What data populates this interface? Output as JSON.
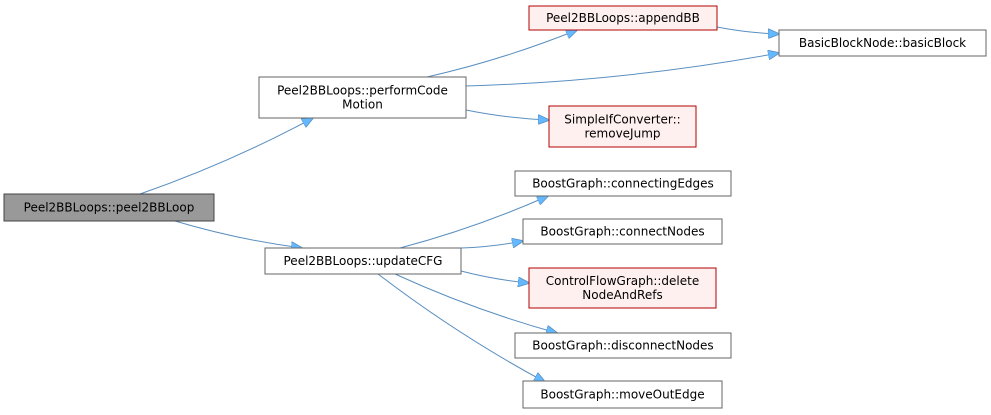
{
  "colors": {
    "edge": "#63b8ff",
    "edge_dark": "#5a8fc0",
    "border_normal": "#666666",
    "border_red": "#b30000",
    "fill_normal": "#ffffff",
    "fill_red": "#fff0f0",
    "fill_root": "#999999",
    "border_root": "#444444"
  },
  "nodes": [
    {
      "id": "peel2BBLoop",
      "style": "root",
      "lines": [
        "Peel2BBLoops::peel2BBLoop"
      ]
    },
    {
      "id": "performCodeMotion",
      "style": "normal",
      "lines": [
        "Peel2BBLoops::performCode",
        "Motion"
      ]
    },
    {
      "id": "appendBB",
      "style": "red",
      "lines": [
        "Peel2BBLoops::appendBB"
      ]
    },
    {
      "id": "basicBlock",
      "style": "normal",
      "lines": [
        "BasicBlockNode::basicBlock"
      ]
    },
    {
      "id": "removeJump",
      "style": "red",
      "lines": [
        "SimpleIfConverter::",
        "removeJump"
      ]
    },
    {
      "id": "updateCFG",
      "style": "normal",
      "lines": [
        "Peel2BBLoops::updateCFG"
      ]
    },
    {
      "id": "connectingEdges",
      "style": "normal",
      "lines": [
        "BoostGraph::connectingEdges"
      ]
    },
    {
      "id": "connectNodes",
      "style": "normal",
      "lines": [
        "BoostGraph::connectNodes"
      ]
    },
    {
      "id": "deleteNodeAndRefs",
      "style": "red",
      "lines": [
        "ControlFlowGraph::delete",
        "NodeAndRefs"
      ]
    },
    {
      "id": "disconnectNodes",
      "style": "normal",
      "lines": [
        "BoostGraph::disconnectNodes"
      ]
    },
    {
      "id": "moveOutEdge",
      "style": "normal",
      "lines": [
        "BoostGraph::moveOutEdge"
      ]
    }
  ],
  "edges": [
    [
      "peel2BBLoop",
      "performCodeMotion"
    ],
    [
      "peel2BBLoop",
      "updateCFG"
    ],
    [
      "performCodeMotion",
      "appendBB"
    ],
    [
      "performCodeMotion",
      "basicBlock"
    ],
    [
      "performCodeMotion",
      "removeJump"
    ],
    [
      "appendBB",
      "basicBlock"
    ],
    [
      "updateCFG",
      "connectingEdges"
    ],
    [
      "updateCFG",
      "connectNodes"
    ],
    [
      "updateCFG",
      "deleteNodeAndRefs"
    ],
    [
      "updateCFG",
      "disconnectNodes"
    ],
    [
      "updateCFG",
      "moveOutEdge"
    ]
  ]
}
